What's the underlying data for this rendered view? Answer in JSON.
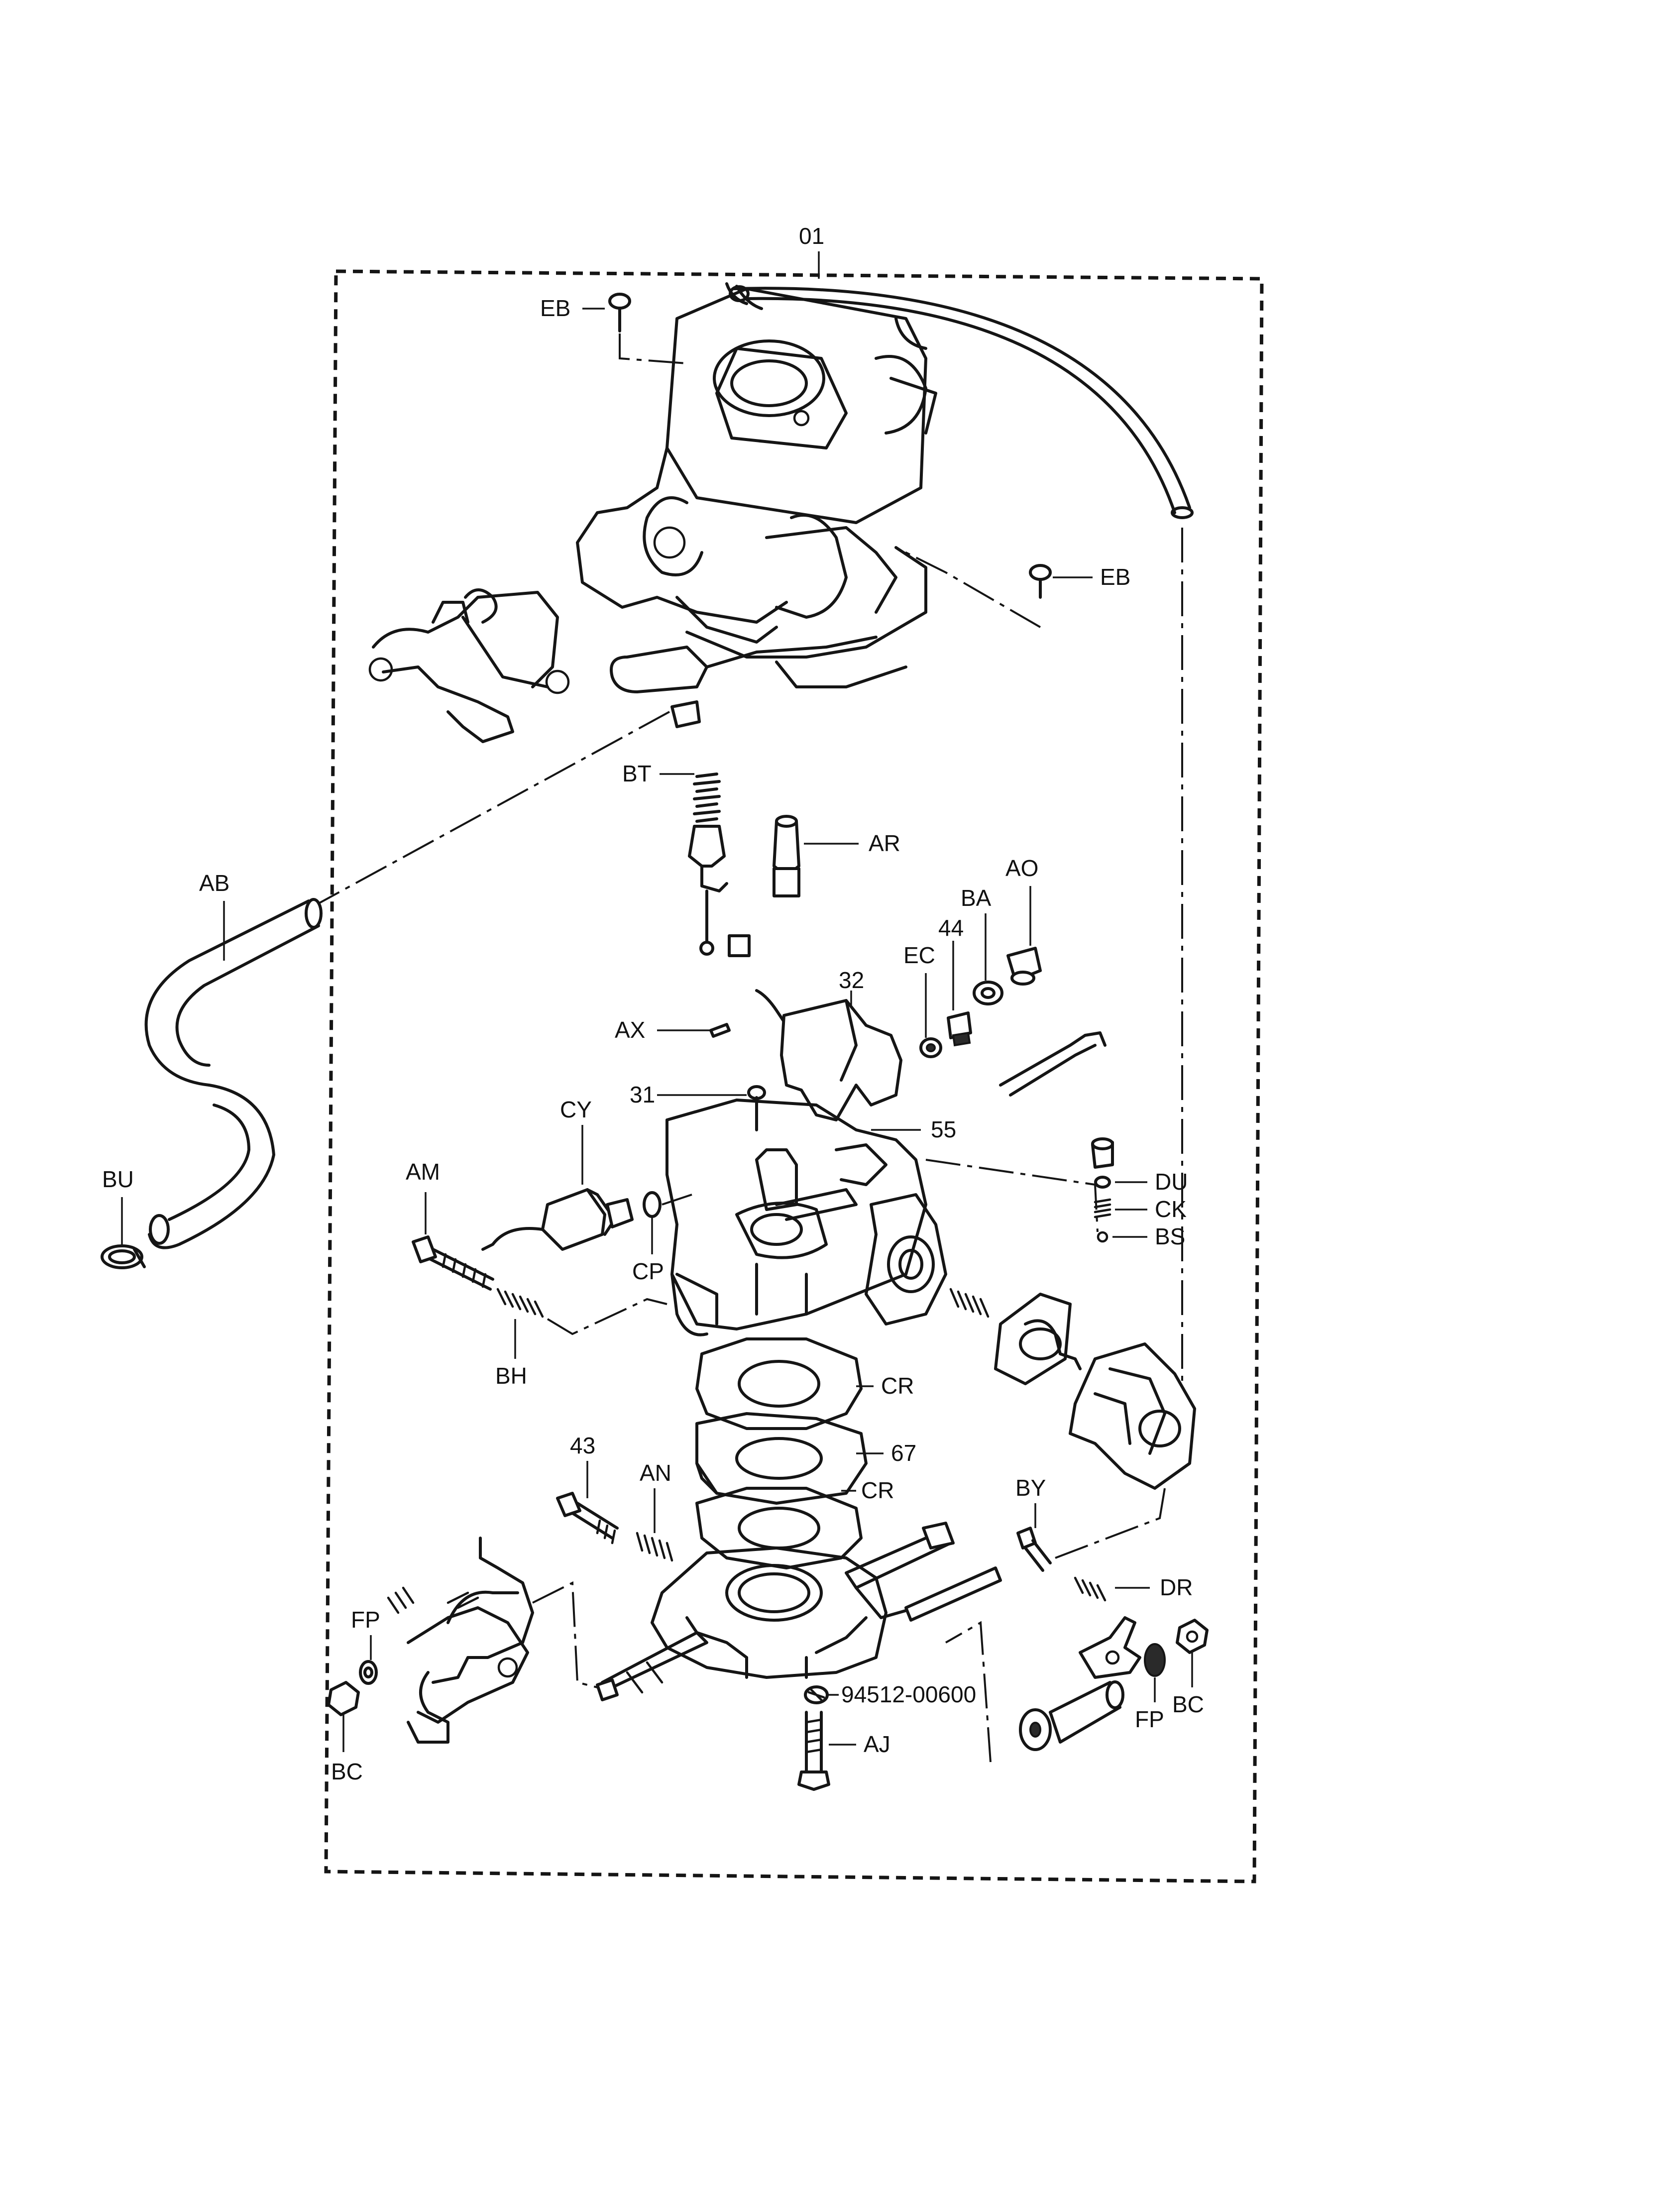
{
  "diagram": {
    "assembly_ref": "01",
    "callouts": {
      "eb_top": "EB",
      "eb_right": "EB",
      "bt": "BT",
      "ar": "AR",
      "ab": "AB",
      "ao": "AO",
      "ba": "BA",
      "n44": "44",
      "ec": "EC",
      "n32": "32",
      "ax": "AX",
      "n31": "31",
      "cy": "CY",
      "n55": "55",
      "du": "DU",
      "ck": "CK",
      "bs": "BS",
      "am": "AM",
      "cp": "CP",
      "bu": "BU",
      "bh": "BH",
      "cr_top": "CR",
      "n67": "67",
      "cr_bottom": "CR",
      "n43": "43",
      "an": "AN",
      "by": "BY",
      "dr": "DR",
      "fp_left": "FP",
      "fp_right": "FP",
      "bc_left": "BC",
      "bc_right": "BC",
      "part_94512": "94512-00600",
      "aj": "AJ"
    }
  }
}
